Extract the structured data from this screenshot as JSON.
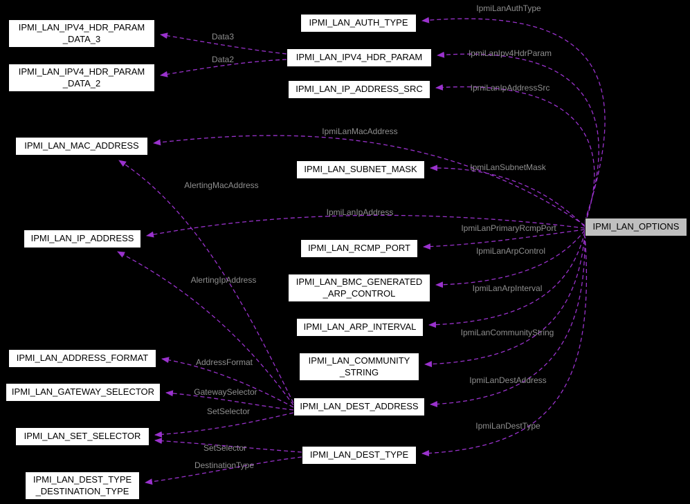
{
  "colors": {
    "background": "#000000",
    "edge-color": "#9a32cd",
    "node-fill": "#ffffff",
    "node-border": "#000000",
    "node-text": "#000000",
    "root-fill": "#bfbfbf",
    "edge-label-color": "#8f8f8f"
  },
  "nodes": [
    {
      "name": "IPMI_LAN_IPV4_HDR_PARAM_DATA_3",
      "label": "IPMI_LAN_IPV4_HDR_PARAM\n_DATA_3"
    },
    {
      "name": "IPMI_LAN_IPV4_HDR_PARAM_DATA_2",
      "label": "IPMI_LAN_IPV4_HDR_PARAM\n_DATA_2"
    },
    {
      "name": "IPMI_LAN_AUTH_TYPE",
      "label": "IPMI_LAN_AUTH_TYPE"
    },
    {
      "name": "IPMI_LAN_IPV4_HDR_PARAM",
      "label": "IPMI_LAN_IPV4_HDR_PARAM"
    },
    {
      "name": "IPMI_LAN_IP_ADDRESS_SRC",
      "label": "IPMI_LAN_IP_ADDRESS_SRC"
    },
    {
      "name": "IPMI_LAN_MAC_ADDRESS",
      "label": "IPMI_LAN_MAC_ADDRESS"
    },
    {
      "name": "IPMI_LAN_SUBNET_MASK",
      "label": "IPMI_LAN_SUBNET_MASK"
    },
    {
      "name": "IPMI_LAN_IP_ADDRESS",
      "label": "IPMI_LAN_IP_ADDRESS"
    },
    {
      "name": "IPMI_LAN_RCMP_PORT",
      "label": "IPMI_LAN_RCMP_PORT"
    },
    {
      "name": "IPMI_LAN_BMC_GENERATED_ARP_CONTROL",
      "label": "IPMI_LAN_BMC_GENERATED\n_ARP_CONTROL"
    },
    {
      "name": "IPMI_LAN_ARP_INTERVAL",
      "label": "IPMI_LAN_ARP_INTERVAL"
    },
    {
      "name": "IPMI_LAN_COMMUNITY_STRING",
      "label": "IPMI_LAN_COMMUNITY\n_STRING"
    },
    {
      "name": "IPMI_LAN_ADDRESS_FORMAT",
      "label": "IPMI_LAN_ADDRESS_FORMAT"
    },
    {
      "name": "IPMI_LAN_GATEWAY_SELECTOR",
      "label": "IPMI_LAN_GATEWAY_SELECTOR"
    },
    {
      "name": "IPMI_LAN_DEST_ADDRESS",
      "label": "IPMI_LAN_DEST_ADDRESS"
    },
    {
      "name": "IPMI_LAN_SET_SELECTOR",
      "label": "IPMI_LAN_SET_SELECTOR"
    },
    {
      "name": "IPMI_LAN_DEST_TYPE",
      "label": "IPMI_LAN_DEST_TYPE"
    },
    {
      "name": "IPMI_LAN_DEST_TYPE_DESTINATION_TYPE",
      "label": "IPMI_LAN_DEST_TYPE\n_DESTINATION_TYPE"
    },
    {
      "name": "IPMI_LAN_OPTIONS",
      "label": "IPMI_LAN_OPTIONS"
    }
  ],
  "edges": [
    {
      "label": "IpmiLanAuthType",
      "from": "IPMI_LAN_OPTIONS",
      "to": "IPMI_LAN_AUTH_TYPE"
    },
    {
      "label": "IpmiLanIpv4HdrParam",
      "from": "IPMI_LAN_OPTIONS",
      "to": "IPMI_LAN_IPV4_HDR_PARAM"
    },
    {
      "label": "IpmiLanIpAddressSrc",
      "from": "IPMI_LAN_OPTIONS",
      "to": "IPMI_LAN_IP_ADDRESS_SRC"
    },
    {
      "label": "IpmiLanMacAddress",
      "from": "IPMI_LAN_OPTIONS",
      "to": "IPMI_LAN_MAC_ADDRESS"
    },
    {
      "label": "IpmiLanSubnetMask",
      "from": "IPMI_LAN_OPTIONS",
      "to": "IPMI_LAN_SUBNET_MASK"
    },
    {
      "label": "IpmiLanIpAddress",
      "from": "IPMI_LAN_OPTIONS",
      "to": "IPMI_LAN_IP_ADDRESS"
    },
    {
      "label": "IpmiLanPrimaryRcmpPort",
      "from": "IPMI_LAN_OPTIONS",
      "to": "IPMI_LAN_RCMP_PORT"
    },
    {
      "label": "IpmiLanArpControl",
      "from": "IPMI_LAN_OPTIONS",
      "to": "IPMI_LAN_BMC_GENERATED_ARP_CONTROL"
    },
    {
      "label": "IpmiLanArpInterval",
      "from": "IPMI_LAN_OPTIONS",
      "to": "IPMI_LAN_ARP_INTERVAL"
    },
    {
      "label": "IpmiLanCommunityString",
      "from": "IPMI_LAN_OPTIONS",
      "to": "IPMI_LAN_COMMUNITY_STRING"
    },
    {
      "label": "IpmiLanDestAddress",
      "from": "IPMI_LAN_OPTIONS",
      "to": "IPMI_LAN_DEST_ADDRESS"
    },
    {
      "label": "IpmiLanDestType",
      "from": "IPMI_LAN_OPTIONS",
      "to": "IPMI_LAN_DEST_TYPE"
    },
    {
      "label": "Data3",
      "from": "IPMI_LAN_IPV4_HDR_PARAM",
      "to": "IPMI_LAN_IPV4_HDR_PARAM_DATA_3"
    },
    {
      "label": "Data2",
      "from": "IPMI_LAN_IPV4_HDR_PARAM",
      "to": "IPMI_LAN_IPV4_HDR_PARAM_DATA_2"
    },
    {
      "label": "AlertingMacAddress",
      "from": "IPMI_LAN_DEST_ADDRESS",
      "to": "IPMI_LAN_MAC_ADDRESS"
    },
    {
      "label": "AlertingIpAddress",
      "from": "IPMI_LAN_DEST_ADDRESS",
      "to": "IPMI_LAN_IP_ADDRESS"
    },
    {
      "label": "AddressFormat",
      "from": "IPMI_LAN_DEST_ADDRESS",
      "to": "IPMI_LAN_ADDRESS_FORMAT"
    },
    {
      "label": "GatewaySelector",
      "from": "IPMI_LAN_DEST_ADDRESS",
      "to": "IPMI_LAN_GATEWAY_SELECTOR"
    },
    {
      "label": "SetSelector",
      "from": "IPMI_LAN_DEST_ADDRESS",
      "to": "IPMI_LAN_SET_SELECTOR"
    },
    {
      "label": "SetSelector",
      "from": "IPMI_LAN_DEST_TYPE",
      "to": "IPMI_LAN_SET_SELECTOR"
    },
    {
      "label": "DestinationType",
      "from": "IPMI_LAN_DEST_TYPE",
      "to": "IPMI_LAN_DEST_TYPE_DESTINATION_TYPE"
    }
  ]
}
